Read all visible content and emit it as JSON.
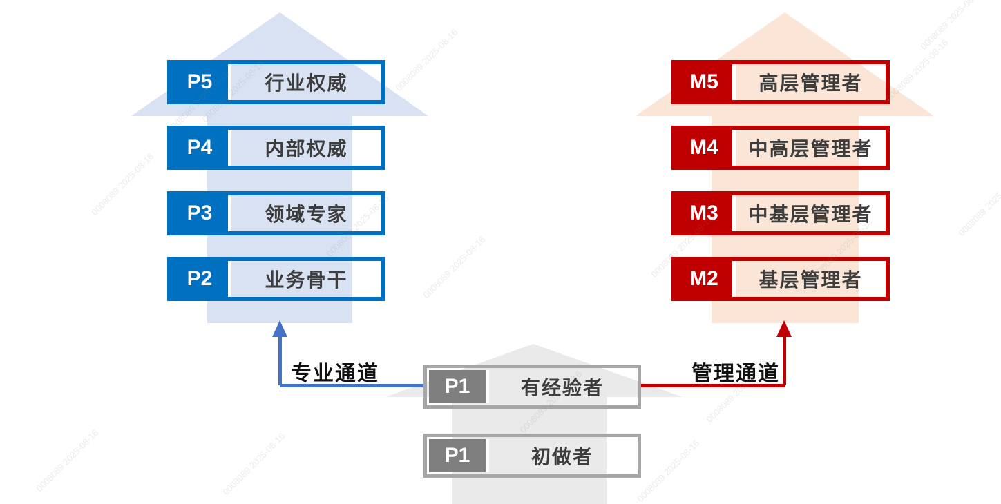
{
  "professional_channel": {
    "label": "专业通道",
    "levels": [
      {
        "tag": "P5",
        "label": "行业权威"
      },
      {
        "tag": "P4",
        "label": "内部权威"
      },
      {
        "tag": "P3",
        "label": "领域专家"
      },
      {
        "tag": "P2",
        "label": "业务骨干"
      }
    ],
    "colors": {
      "accent": "#0070C0",
      "arrow_fill": "#D9E2F3",
      "connector": "#4472C4"
    }
  },
  "management_channel": {
    "label": "管理通道",
    "levels": [
      {
        "tag": "M5",
        "label": "高层管理者"
      },
      {
        "tag": "M4",
        "label": "中高层管理者"
      },
      {
        "tag": "M3",
        "label": "中基层管理者"
      },
      {
        "tag": "M2",
        "label": "基层管理者"
      }
    ],
    "colors": {
      "accent": "#C00000",
      "arrow_fill": "#FBE5D6",
      "connector": "#C00000"
    }
  },
  "base_channel": {
    "levels": [
      {
        "tag": "P1",
        "label": "有经验者"
      },
      {
        "tag": "P1",
        "label": "初做者"
      }
    ],
    "colors": {
      "accent": "#7F7F7F",
      "border": "#A6A6A6",
      "arrow_fill": "#EAEAEA"
    }
  },
  "watermark": {
    "text": "0008089 2025-08-16"
  },
  "text_colors": {
    "box_label": "#3D3D3D",
    "channel_label": "#111111"
  }
}
